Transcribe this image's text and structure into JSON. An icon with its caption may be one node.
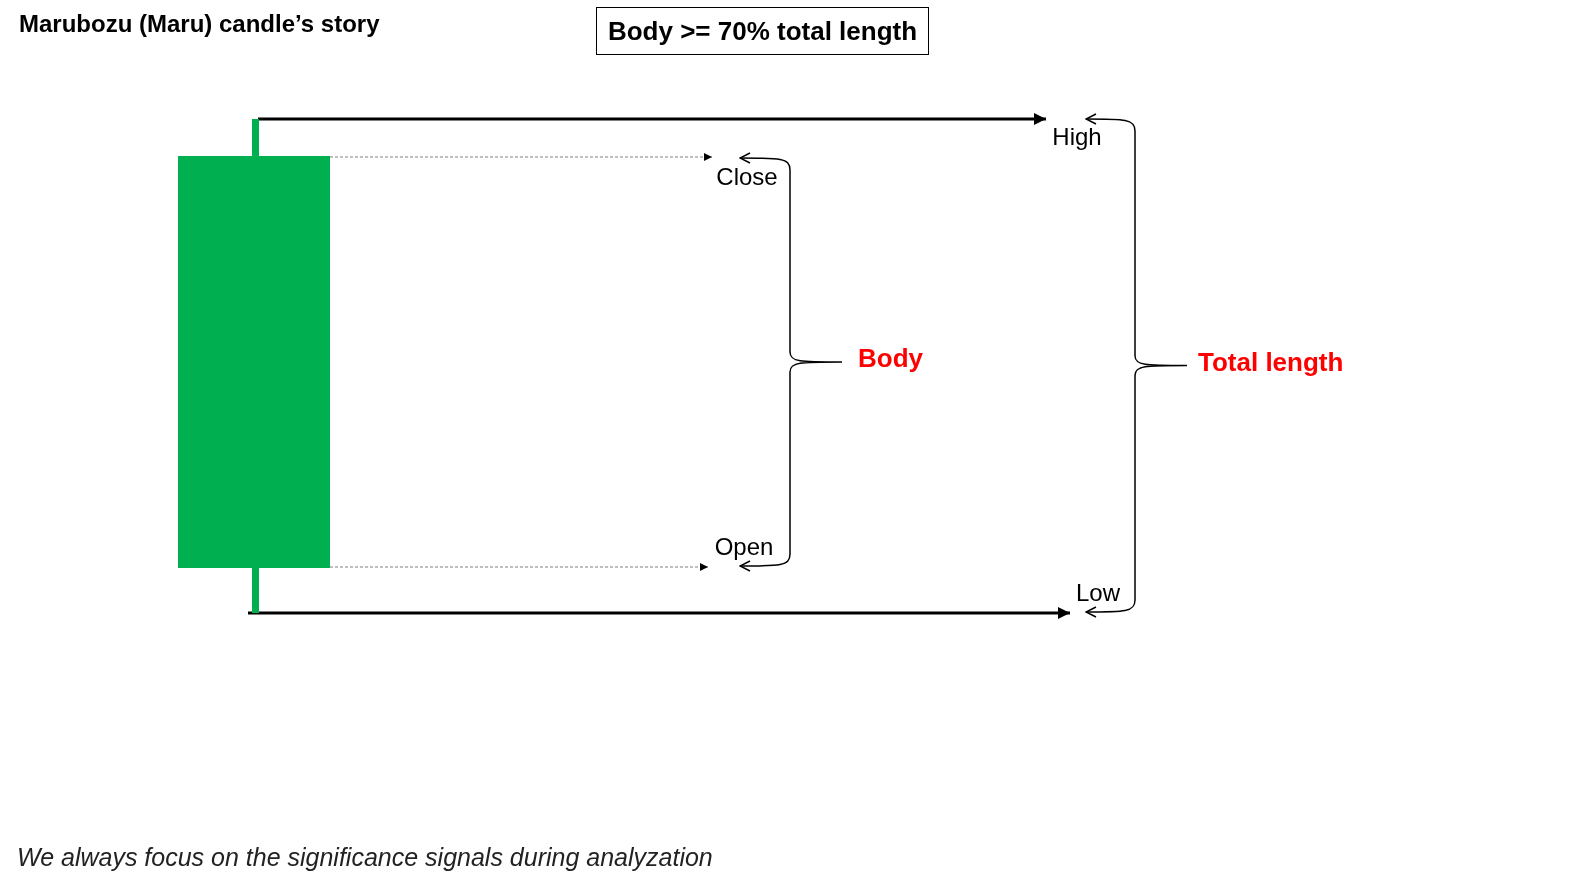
{
  "diagram": {
    "title": "Marubozu (Maru) candle’s story",
    "caption": "We always focus on the significance signals during analyzation",
    "nodes": [
      {
        "text": [
          "Body >= 70% total length"
        ]
      },
      {
        "text": [],
        "shape": "bar"
      },
      {
        "text": [
          "High"
        ]
      },
      {
        "text": [
          "Close"
        ]
      },
      {
        "text": [
          "Open"
        ]
      },
      {
        "text": [
          "Low"
        ]
      }
    ],
    "edges": [
      {
        "from": 1,
        "to": 2,
        "arrow": "to"
      },
      {
        "from": 1,
        "to": 3,
        "arrow": "to",
        "style": "dashed",
        "color": "#808080"
      },
      {
        "from": 1,
        "to": 4,
        "arrow": "to",
        "style": "dashed",
        "color": "#808080"
      },
      {
        "from": 1,
        "to": 5,
        "arrow": "to"
      },
      {
        "from": 3,
        "to": 4,
        "arrow": "both",
        "label": "Body"
      },
      {
        "from": 2,
        "to": 5,
        "arrow": "both",
        "label": "Total length"
      }
    ]
  }
}
